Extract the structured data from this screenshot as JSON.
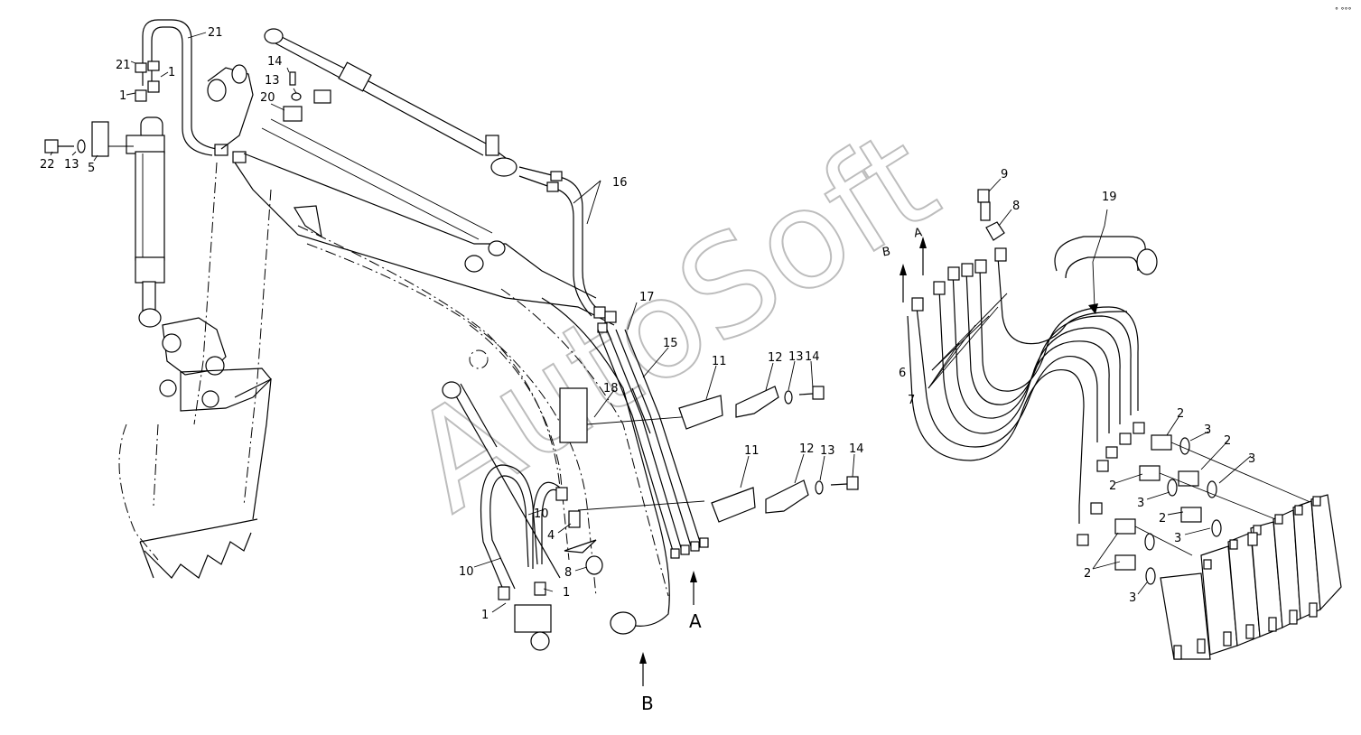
{
  "watermark": "AutoSoft",
  "corner_mark": "° °°°",
  "callouts": [
    {
      "id": "c21a",
      "text": "21"
    },
    {
      "id": "c21b",
      "text": "21"
    },
    {
      "id": "c1a",
      "text": "1"
    },
    {
      "id": "c1b",
      "text": "1"
    },
    {
      "id": "c14a",
      "text": "14"
    },
    {
      "id": "c13a",
      "text": "13"
    },
    {
      "id": "c20",
      "text": "20"
    },
    {
      "id": "c22",
      "text": "22"
    },
    {
      "id": "c13b",
      "text": "13"
    },
    {
      "id": "c5",
      "text": "5"
    },
    {
      "id": "c16",
      "text": "16"
    },
    {
      "id": "c17",
      "text": "17"
    },
    {
      "id": "c15",
      "text": "15"
    },
    {
      "id": "c18",
      "text": "18"
    },
    {
      "id": "c11a",
      "text": "11"
    },
    {
      "id": "c12a",
      "text": "12"
    },
    {
      "id": "c13c",
      "text": "13"
    },
    {
      "id": "c14b",
      "text": "14"
    },
    {
      "id": "c11b",
      "text": "11"
    },
    {
      "id": "c12b",
      "text": "12"
    },
    {
      "id": "c13d",
      "text": "13"
    },
    {
      "id": "c14c",
      "text": "14"
    },
    {
      "id": "c10a",
      "text": "10"
    },
    {
      "id": "c10b",
      "text": "10"
    },
    {
      "id": "c4",
      "text": "4"
    },
    {
      "id": "c8a",
      "text": "8"
    },
    {
      "id": "c1c",
      "text": "1"
    },
    {
      "id": "c1d",
      "text": "1"
    },
    {
      "id": "c9",
      "text": "9"
    },
    {
      "id": "c8b",
      "text": "8"
    },
    {
      "id": "c19",
      "text": "19"
    },
    {
      "id": "c6",
      "text": "6"
    },
    {
      "id": "c7",
      "text": "7"
    },
    {
      "id": "c2a",
      "text": "2"
    },
    {
      "id": "c3a",
      "text": "3"
    },
    {
      "id": "c2b",
      "text": "2"
    },
    {
      "id": "c3b",
      "text": "3"
    },
    {
      "id": "c2c",
      "text": "2"
    },
    {
      "id": "c3c",
      "text": "3"
    },
    {
      "id": "c2d",
      "text": "2"
    },
    {
      "id": "c3d",
      "text": "3"
    },
    {
      "id": "c2e",
      "text": "2"
    },
    {
      "id": "c3e",
      "text": "3"
    }
  ],
  "view_labels": [
    {
      "id": "vA1",
      "text": "A"
    },
    {
      "id": "vB1",
      "text": "B"
    },
    {
      "id": "vA2",
      "text": "A"
    },
    {
      "id": "vB2",
      "text": "B"
    }
  ]
}
